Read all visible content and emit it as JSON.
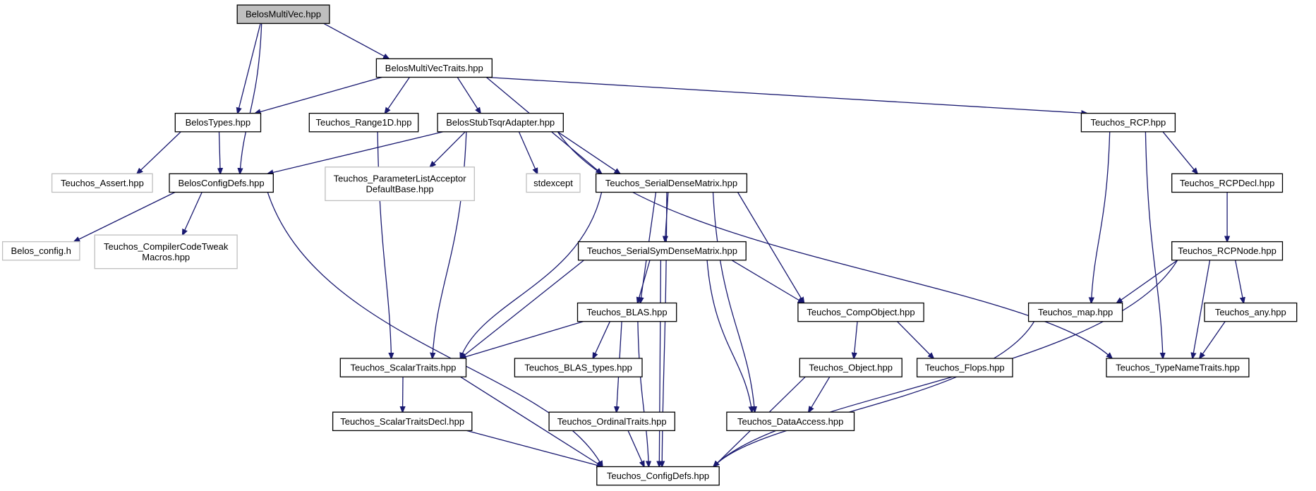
{
  "colors": {
    "edge": "#191970",
    "node_border": "#000000",
    "external_border": "#bfbfbf",
    "root_fill": "#bfbfbf",
    "node_fill": "#ffffff"
  },
  "nodes": {
    "multivec": {
      "label": "BelosMultiVec.hpp",
      "kind": "root"
    },
    "multivectraits": {
      "label": "BelosMultiVecTraits.hpp",
      "kind": "normal"
    },
    "belostypes": {
      "label": "BelosTypes.hpp",
      "kind": "normal"
    },
    "range1d": {
      "label": "Teuchos_Range1D.hpp",
      "kind": "normal"
    },
    "stubtsqr": {
      "label": "BelosStubTsqrAdapter.hpp",
      "kind": "normal"
    },
    "rcp": {
      "label": "Teuchos_RCP.hpp",
      "kind": "normal"
    },
    "assert": {
      "label": "Teuchos_Assert.hpp",
      "kind": "external"
    },
    "configdefs": {
      "label": "BelosConfigDefs.hpp",
      "kind": "normal"
    },
    "paramlist": {
      "label": "Teuchos_ParameterListAcceptor\nDefaultBase.hpp",
      "kind": "external"
    },
    "stdexcept": {
      "label": "stdexcept",
      "kind": "external"
    },
    "serialdense": {
      "label": "Teuchos_SerialDenseMatrix.hpp",
      "kind": "normal"
    },
    "rcpdecl": {
      "label": "Teuchos_RCPDecl.hpp",
      "kind": "normal"
    },
    "belosconfig": {
      "label": "Belos_config.h",
      "kind": "external"
    },
    "compilercode": {
      "label": "Teuchos_CompilerCodeTweak\nMacros.hpp",
      "kind": "external"
    },
    "serialsym": {
      "label": "Teuchos_SerialSymDenseMatrix.hpp",
      "kind": "normal"
    },
    "rcpnode": {
      "label": "Teuchos_RCPNode.hpp",
      "kind": "normal"
    },
    "blas": {
      "label": "Teuchos_BLAS.hpp",
      "kind": "normal"
    },
    "compobject": {
      "label": "Teuchos_CompObject.hpp",
      "kind": "normal"
    },
    "map": {
      "label": "Teuchos_map.hpp",
      "kind": "normal"
    },
    "any": {
      "label": "Teuchos_any.hpp",
      "kind": "normal"
    },
    "scalartraits": {
      "label": "Teuchos_ScalarTraits.hpp",
      "kind": "normal"
    },
    "blastypes": {
      "label": "Teuchos_BLAS_types.hpp",
      "kind": "normal"
    },
    "object": {
      "label": "Teuchos_Object.hpp",
      "kind": "normal"
    },
    "flops": {
      "label": "Teuchos_Flops.hpp",
      "kind": "normal"
    },
    "typename": {
      "label": "Teuchos_TypeNameTraits.hpp",
      "kind": "normal"
    },
    "scalartraitsdecl": {
      "label": "Teuchos_ScalarTraitsDecl.hpp",
      "kind": "normal"
    },
    "ordinal": {
      "label": "Teuchos_OrdinalTraits.hpp",
      "kind": "normal"
    },
    "dataaccess": {
      "label": "Teuchos_DataAccess.hpp",
      "kind": "normal"
    },
    "teuchosconfig": {
      "label": "Teuchos_ConfigDefs.hpp",
      "kind": "normal"
    }
  },
  "edges": [
    [
      "multivec",
      "multivectraits"
    ],
    [
      "multivec",
      "belostypes"
    ],
    [
      "multivec",
      "configdefs"
    ],
    [
      "multivectraits",
      "belostypes"
    ],
    [
      "multivectraits",
      "range1d"
    ],
    [
      "multivectraits",
      "stubtsqr"
    ],
    [
      "multivectraits",
      "serialdense"
    ],
    [
      "multivectraits",
      "rcp"
    ],
    [
      "belostypes",
      "assert"
    ],
    [
      "belostypes",
      "configdefs"
    ],
    [
      "range1d",
      "scalartraits"
    ],
    [
      "stubtsqr",
      "configdefs"
    ],
    [
      "stubtsqr",
      "paramlist"
    ],
    [
      "stubtsqr",
      "stdexcept"
    ],
    [
      "stubtsqr",
      "serialdense"
    ],
    [
      "stubtsqr",
      "scalartraits"
    ],
    [
      "stubtsqr",
      "typename"
    ],
    [
      "configdefs",
      "belosconfig"
    ],
    [
      "configdefs",
      "compilercode"
    ],
    [
      "configdefs",
      "teuchosconfig"
    ],
    [
      "rcp",
      "rcpdecl"
    ],
    [
      "rcp",
      "map"
    ],
    [
      "rcp",
      "typename"
    ],
    [
      "rcpdecl",
      "rcpnode"
    ],
    [
      "rcpnode",
      "map"
    ],
    [
      "rcpnode",
      "any"
    ],
    [
      "rcpnode",
      "typename"
    ],
    [
      "rcpnode",
      "teuchosconfig"
    ],
    [
      "serialdense",
      "serialsym"
    ],
    [
      "serialdense",
      "blas"
    ],
    [
      "serialdense",
      "scalartraits"
    ],
    [
      "serialdense",
      "compobject"
    ],
    [
      "serialdense",
      "dataaccess"
    ],
    [
      "serialdense",
      "teuchosconfig"
    ],
    [
      "serialsym",
      "blas"
    ],
    [
      "serialsym",
      "scalartraits"
    ],
    [
      "serialsym",
      "compobject"
    ],
    [
      "serialsym",
      "dataaccess"
    ],
    [
      "serialsym",
      "teuchosconfig"
    ],
    [
      "blas",
      "scalartraits"
    ],
    [
      "blas",
      "blastypes"
    ],
    [
      "blas",
      "ordinal"
    ],
    [
      "blas",
      "teuchosconfig"
    ],
    [
      "compobject",
      "object"
    ],
    [
      "compobject",
      "flops"
    ],
    [
      "object",
      "dataaccess"
    ],
    [
      "object",
      "teuchosconfig"
    ],
    [
      "map",
      "teuchosconfig"
    ],
    [
      "any",
      "typename"
    ],
    [
      "scalartraits",
      "scalartraitsdecl"
    ],
    [
      "scalartraits",
      "teuchosconfig"
    ],
    [
      "scalartraitsdecl",
      "teuchosconfig"
    ],
    [
      "ordinal",
      "teuchosconfig"
    ]
  ]
}
